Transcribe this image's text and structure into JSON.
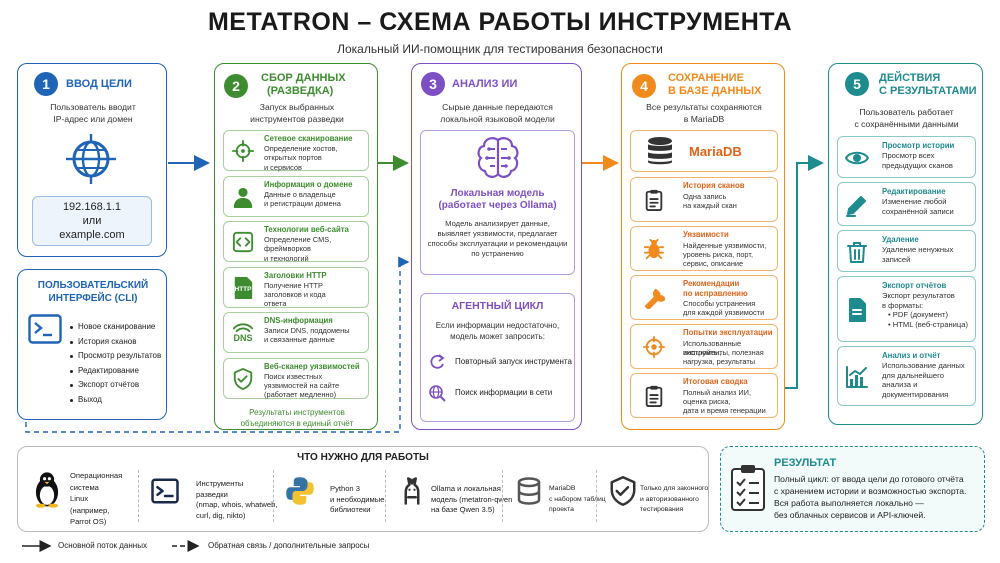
{
  "header": {
    "title": "METATRON – СХЕМА РАБОТЫ ИНСТРУМЕНТА",
    "subtitle": "Локальный ИИ-помощник для тестирования безопасности"
  },
  "colors": {
    "blue": "#1f64b5",
    "green": "#3d8c2f",
    "purple": "#7d4fc4",
    "orange": "#f08a1c",
    "teal": "#1e8b8f"
  },
  "step1": {
    "num": "1",
    "title": "ВВОД ЦЕЛИ",
    "desc_line1": "Пользователь вводит",
    "desc_line2": "IP-адрес или домен",
    "icon": "globe-icon",
    "example_ip": "192.168.1.1",
    "example_or": "или",
    "example_domain": "example.com"
  },
  "cli": {
    "title_line1": "ПОЛЬЗОВАТЕЛЬСКИЙ",
    "title_line2": "ИНТЕРФЕЙС (CLI)",
    "icon": "terminal-icon",
    "items": [
      "Новое сканирование",
      "История сканов",
      "Просмотр результатов",
      "Редактирование",
      "Экспорт отчётов",
      "Выход"
    ]
  },
  "step2": {
    "num": "2",
    "title_line1": "СБОР ДАННЫХ",
    "title_line2": "(РАЗВЕДКА)",
    "desc_line1": "Запуск выбранных",
    "desc_line2": "инструментов разведки",
    "tools": [
      {
        "icon": "crosshair-icon",
        "title": "Сетевое сканирование",
        "d1": "Определение хостов,",
        "d2": "открытых портов",
        "d3": "и сервисов"
      },
      {
        "icon": "person-icon",
        "title": "Информация о домене",
        "d1": "Данные о владельце",
        "d2": "и регистрации домена",
        "d3": ""
      },
      {
        "icon": "code-icon",
        "title": "Технологии веб-сайта",
        "d1": "Определение CMS,",
        "d2": "фреймворков",
        "d3": "и технологий"
      },
      {
        "icon": "http-doc-icon",
        "title": "Заголовки HTTP",
        "d1": "Получение HTTP",
        "d2": "заголовков и кода",
        "d3": "ответа"
      },
      {
        "icon": "dns-icon",
        "title": "DNS-информация",
        "d1": "Записи DNS, поддомены",
        "d2": "и связанные данные",
        "d3": ""
      },
      {
        "icon": "shield-check-icon",
        "title": "Веб-сканер уязвимостей",
        "d1": "Поиск известных",
        "d2": "уязвимостей на сайте",
        "d3": "(работает медленно)"
      }
    ],
    "footer_line1": "Результаты инструментов",
    "footer_line2": "объединяются в единый отчёт",
    "dns_text": "DNS",
    "http_text": "HTTP"
  },
  "step3": {
    "num": "3",
    "title": "АНАЛИЗ ИИ",
    "desc_line1": "Сырые данные передаются",
    "desc_line2": "локальной языковой модели",
    "model_title_line1": "Локальная модель",
    "model_title_line2": "(работает через Ollama)",
    "model_d1": "Модель анализирует данные,",
    "model_d2": "выявляет уязвимости, предлагает",
    "model_d3": "способы эксплуатации и рекомендации",
    "model_d4": "по устранению",
    "agent_title": "АГЕНТНЫЙ ЦИКЛ",
    "agent_d1": "Если информации недостаточно,",
    "agent_d2": "модель может запросить:",
    "agent_items": [
      {
        "icon": "refresh-icon",
        "text": "Повторный запуск инструмента"
      },
      {
        "icon": "web-search-icon",
        "text": "Поиск информации в сети"
      }
    ]
  },
  "step4": {
    "num": "4",
    "title_line1": "СОХРАНЕНИЕ",
    "title_line2": "В БАЗЕ ДАННЫХ",
    "desc_line1": "Все результаты сохраняются",
    "desc_line2": "в MariaDB",
    "db_name": "MariaDB",
    "items": [
      {
        "icon": "clipboard-icon",
        "t1": "История сканов",
        "t2": "",
        "d1": "Одна запись",
        "d2": "на каждый скан",
        "d3": ""
      },
      {
        "icon": "bug-icon",
        "t1": "Уязвимости",
        "t2": "",
        "d1": "Найденные уязвимости,",
        "d2": "уровень риска, порт,",
        "d3": "сервис, описание"
      },
      {
        "icon": "wrench-icon",
        "t1": "Рекомендации",
        "t2": "по исправлению",
        "d1": "Способы устранения",
        "d2": "для каждой уязвимости",
        "d3": ""
      },
      {
        "icon": "target-icon",
        "t1": "Попытки эксплуатации",
        "t2": "",
        "d1": "Использованные эксплойты,",
        "d2": "инструменты, полезная",
        "d3": "нагрузка, результаты"
      },
      {
        "icon": "report-icon",
        "t1": "Итоговая сводка",
        "t2": "",
        "d1": "Полный анализ ИИ,",
        "d2": "оценка риска,",
        "d3": "дата и время генерации"
      }
    ]
  },
  "step5": {
    "num": "5",
    "title_line1": "ДЕЙСТВИЯ",
    "title_line2": "С РЕЗУЛЬТАТАМИ",
    "desc_line1": "Пользователь работает",
    "desc_line2": "с сохранёнными данными",
    "items": [
      {
        "icon": "eye-icon",
        "title": "Просмотр истории",
        "d1": "Просмотр всех",
        "d2": "предыдущих сканов",
        "d3": "",
        "d4": ""
      },
      {
        "icon": "pencil-icon",
        "title": "Редактирование",
        "d1": "Изменение любой",
        "d2": "сохранённой записи",
        "d3": "",
        "d4": ""
      },
      {
        "icon": "trash-icon",
        "title": "Удаление",
        "d1": "Удаление ненужных",
        "d2": "записей",
        "d3": "",
        "d4": ""
      },
      {
        "icon": "document-icon",
        "title": "Экспорт отчётов",
        "d1": "Экспорт результатов",
        "d2": "в форматы:",
        "d3": "• PDF (документ)",
        "d4": "• HTML (веб-страница)"
      },
      {
        "icon": "chart-icon",
        "title": "Анализ и отчёт",
        "d1": "Использование данных",
        "d2": "для дальнейшего",
        "d3": "анализа и",
        "d4": "документирования"
      }
    ]
  },
  "requirements": {
    "title": "ЧТО НУЖНО ДЛЯ РАБОТЫ",
    "items": [
      {
        "icon": "linux-penguin-icon",
        "lines": [
          "Операционная",
          "система",
          "Linux",
          "(например,",
          "Parrot OS)"
        ]
      },
      {
        "icon": "terminal-icon",
        "lines": [
          "Инструменты",
          "разведки",
          "(nmap, whois, whatweb,",
          "curl, dig, nikto)"
        ]
      },
      {
        "icon": "python-icon",
        "lines": [
          "Python 3",
          "и необходимые",
          "библиотеки"
        ]
      },
      {
        "icon": "llama-icon",
        "lines": [
          "Ollama и локальная",
          "модель (metatron-qwen",
          "на базе Qwen 3.5)"
        ]
      },
      {
        "icon": "database-icon",
        "lines": [
          "MariaDB",
          "с набором таблиц",
          "проекта"
        ]
      },
      {
        "icon": "shield-check-icon",
        "lines": [
          "Только для законного",
          "и авторизованного",
          "тестирования"
        ]
      }
    ]
  },
  "result": {
    "title": "РЕЗУЛЬТАТ",
    "lines": [
      "Полный цикл: от ввода цели до готового отчёта",
      "с хранением истории и возможностью экспорта.",
      "Вся работа выполняется локально —",
      "без облачных сервисов и API-ключей."
    ],
    "icon": "checklist-icon"
  },
  "legend": {
    "solid": "Основной поток данных",
    "dashed": "Обратная связь / дополнительные запросы"
  }
}
